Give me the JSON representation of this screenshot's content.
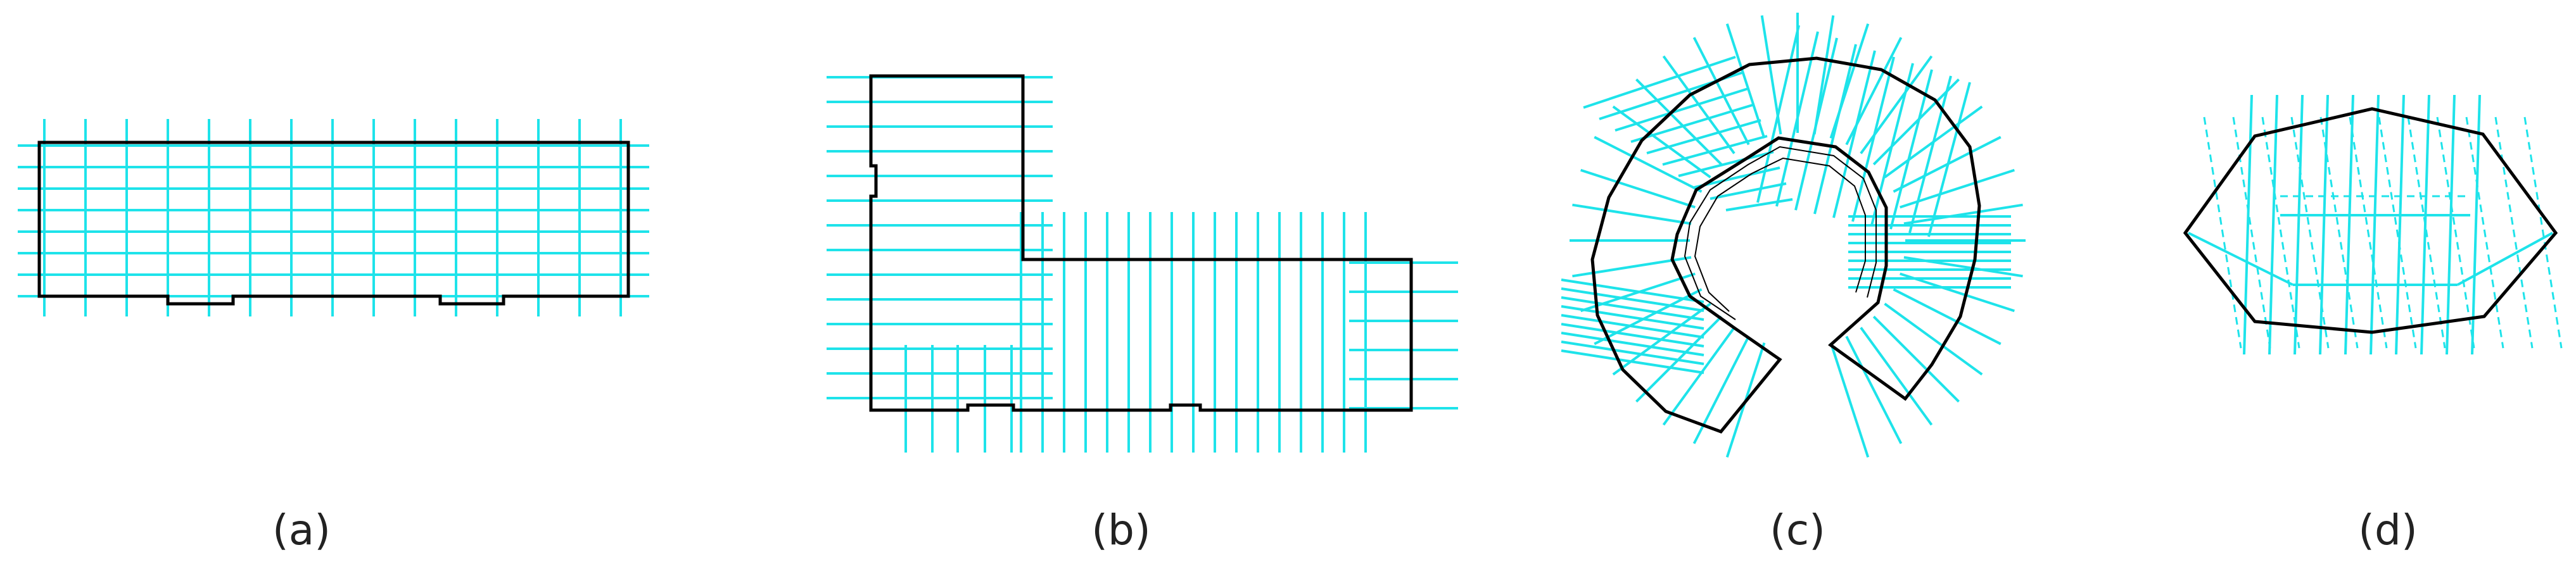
{
  "panels": [
    {
      "id": "a",
      "label": "(a)"
    },
    {
      "id": "b",
      "label": "(b)"
    },
    {
      "id": "c",
      "label": "(c)"
    },
    {
      "id": "d",
      "label": "(d)"
    }
  ],
  "colors": {
    "outline": "#000000",
    "lines": "#1ee3ea",
    "background": "#ffffff"
  }
}
